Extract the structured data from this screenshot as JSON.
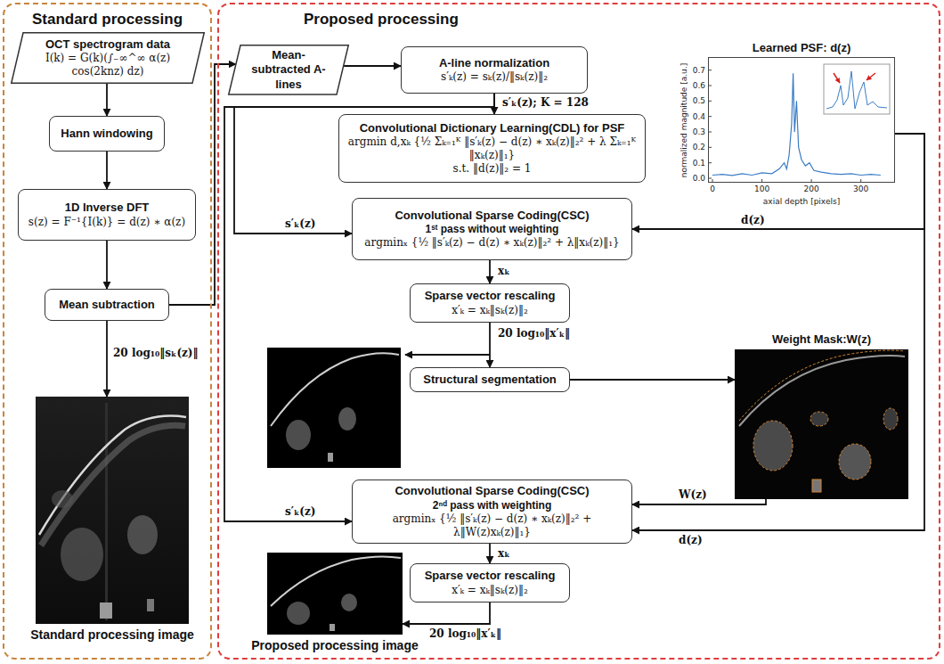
{
  "diagram": {
    "nodes": [
      {
        "text": [
          "Standard processing"
        ]
      },
      {
        "text": [
          "OCT spectrogram data",
          "I(k) = G(k)(∫₋∞^∞ α(z) cos(2knz) dz)"
        ],
        "in": 0
      },
      {
        "text": [
          "Hann windowing"
        ],
        "in": 0
      },
      {
        "text": [
          "1D Inverse DFT",
          "s(z) = F⁻¹{I(k)} = d(z) ∗ α(z)"
        ],
        "in": 0
      },
      {
        "text": [
          "Mean subtraction"
        ],
        "in": 0
      },
      {
        "text": [
          "Standard processing image"
        ],
        "in": 0
      },
      {
        "text": [
          "Proposed processing"
        ]
      },
      {
        "text": [
          "Mean-subtracted A-lines"
        ],
        "in": 6
      },
      {
        "text": [
          "A-line normalization",
          "s′ₖ(z) = sₖ(z)/‖sₖ(z)‖₂"
        ],
        "in": 6
      },
      {
        "text": [
          "Convolutional Dictionary Learning(CDL) for PSF",
          "argmin d,xₖ {½ Σₖ₌₁ᴷ ‖s′ₖ(z) − d(z) ∗ xₖ(z)‖₂² + λ Σₖ₌₁ᴷ ‖xₖ(z)‖₁}",
          "s.t. ‖d(z)‖₂ = 1"
        ],
        "in": 6
      },
      {
        "text": [
          "Learned PSF: d(z)"
        ],
        "in": 6
      },
      {
        "text": [
          "Convolutional Sparse Coding(CSC)",
          "1ˢᵗ pass without weighting",
          "argminₓ {½ ‖s′ₖ(z) − d(z) ∗ xₖ(z)‖₂² + λ‖xₖ(z)‖₁}"
        ],
        "in": 6
      },
      {
        "text": [
          "Sparse vector rescaling",
          "x′ₖ = xₖ‖sₖ(z)‖₂"
        ],
        "in": 6
      },
      {
        "text": [
          "Structural segmentation"
        ],
        "in": 6
      },
      {
        "text": [
          "Weight Mask:W(z)"
        ],
        "in": 6
      },
      {
        "text": [
          "Convolutional Sparse Coding(CSC)",
          "2ⁿᵈ pass with weighting",
          "argminₓ {½ ‖s′ₖ(z) − d(z) ∗ xₖ(z)‖₂² + λ‖W(z)xₖ(z)‖₁}"
        ],
        "in": 6
      },
      {
        "text": [
          "Sparse vector rescaling",
          "x′ₖ = xₖ‖sₖ(z)‖₂"
        ],
        "in": 6
      },
      {
        "text": [
          "Proposed processing image"
        ],
        "in": 6
      }
    ],
    "edges": [
      {
        "from": 1,
        "to": 2,
        "arrow": "to"
      },
      {
        "from": 2,
        "to": 3,
        "arrow": "to"
      },
      {
        "from": 3,
        "to": 4,
        "arrow": "to"
      },
      {
        "from": 4,
        "to": 5,
        "label": "20 log₁₀‖sₖ(z)‖",
        "arrow": "to"
      },
      {
        "from": 4,
        "to": 7,
        "arrow": "to"
      },
      {
        "from": 7,
        "to": 8,
        "arrow": "to"
      },
      {
        "from": 8,
        "to": 9,
        "label": "s′ₖ(z); K = 128",
        "arrow": "to"
      },
      {
        "from": 8,
        "to": 11,
        "label": "s′ₖ(z)",
        "arrow": "to"
      },
      {
        "from": 8,
        "to": 15,
        "label": "s′ₖ(z)",
        "arrow": "to"
      },
      {
        "from": 10,
        "to": 11,
        "label": "d(z)",
        "arrow": "to"
      },
      {
        "from": 10,
        "to": 15,
        "label": "d(z)",
        "arrow": "to"
      },
      {
        "from": 11,
        "to": 12,
        "label": "xₖ",
        "arrow": "to"
      },
      {
        "from": 12,
        "to": 13,
        "label": "20 log₁₀‖x′ₖ‖",
        "arrow": "to"
      },
      {
        "from": 13,
        "to": 14,
        "arrow": "to"
      },
      {
        "from": 14,
        "to": 15,
        "label": "W(z)",
        "arrow": "to"
      },
      {
        "from": 15,
        "to": 16,
        "label": "xₖ",
        "arrow": "to"
      },
      {
        "from": 16,
        "to": 17,
        "label": "20 log₁₀‖x′ₖ‖",
        "arrow": "to"
      }
    ],
    "labels": [
      "normalized magnitude [a.u.]",
      "0.0",
      "0.1",
      "0.2",
      "0.3",
      "0.4",
      "0.5",
      "0.6",
      "0.7",
      "0",
      "100",
      "200",
      "300",
      "axial depth [pixels]"
    ]
  }
}
